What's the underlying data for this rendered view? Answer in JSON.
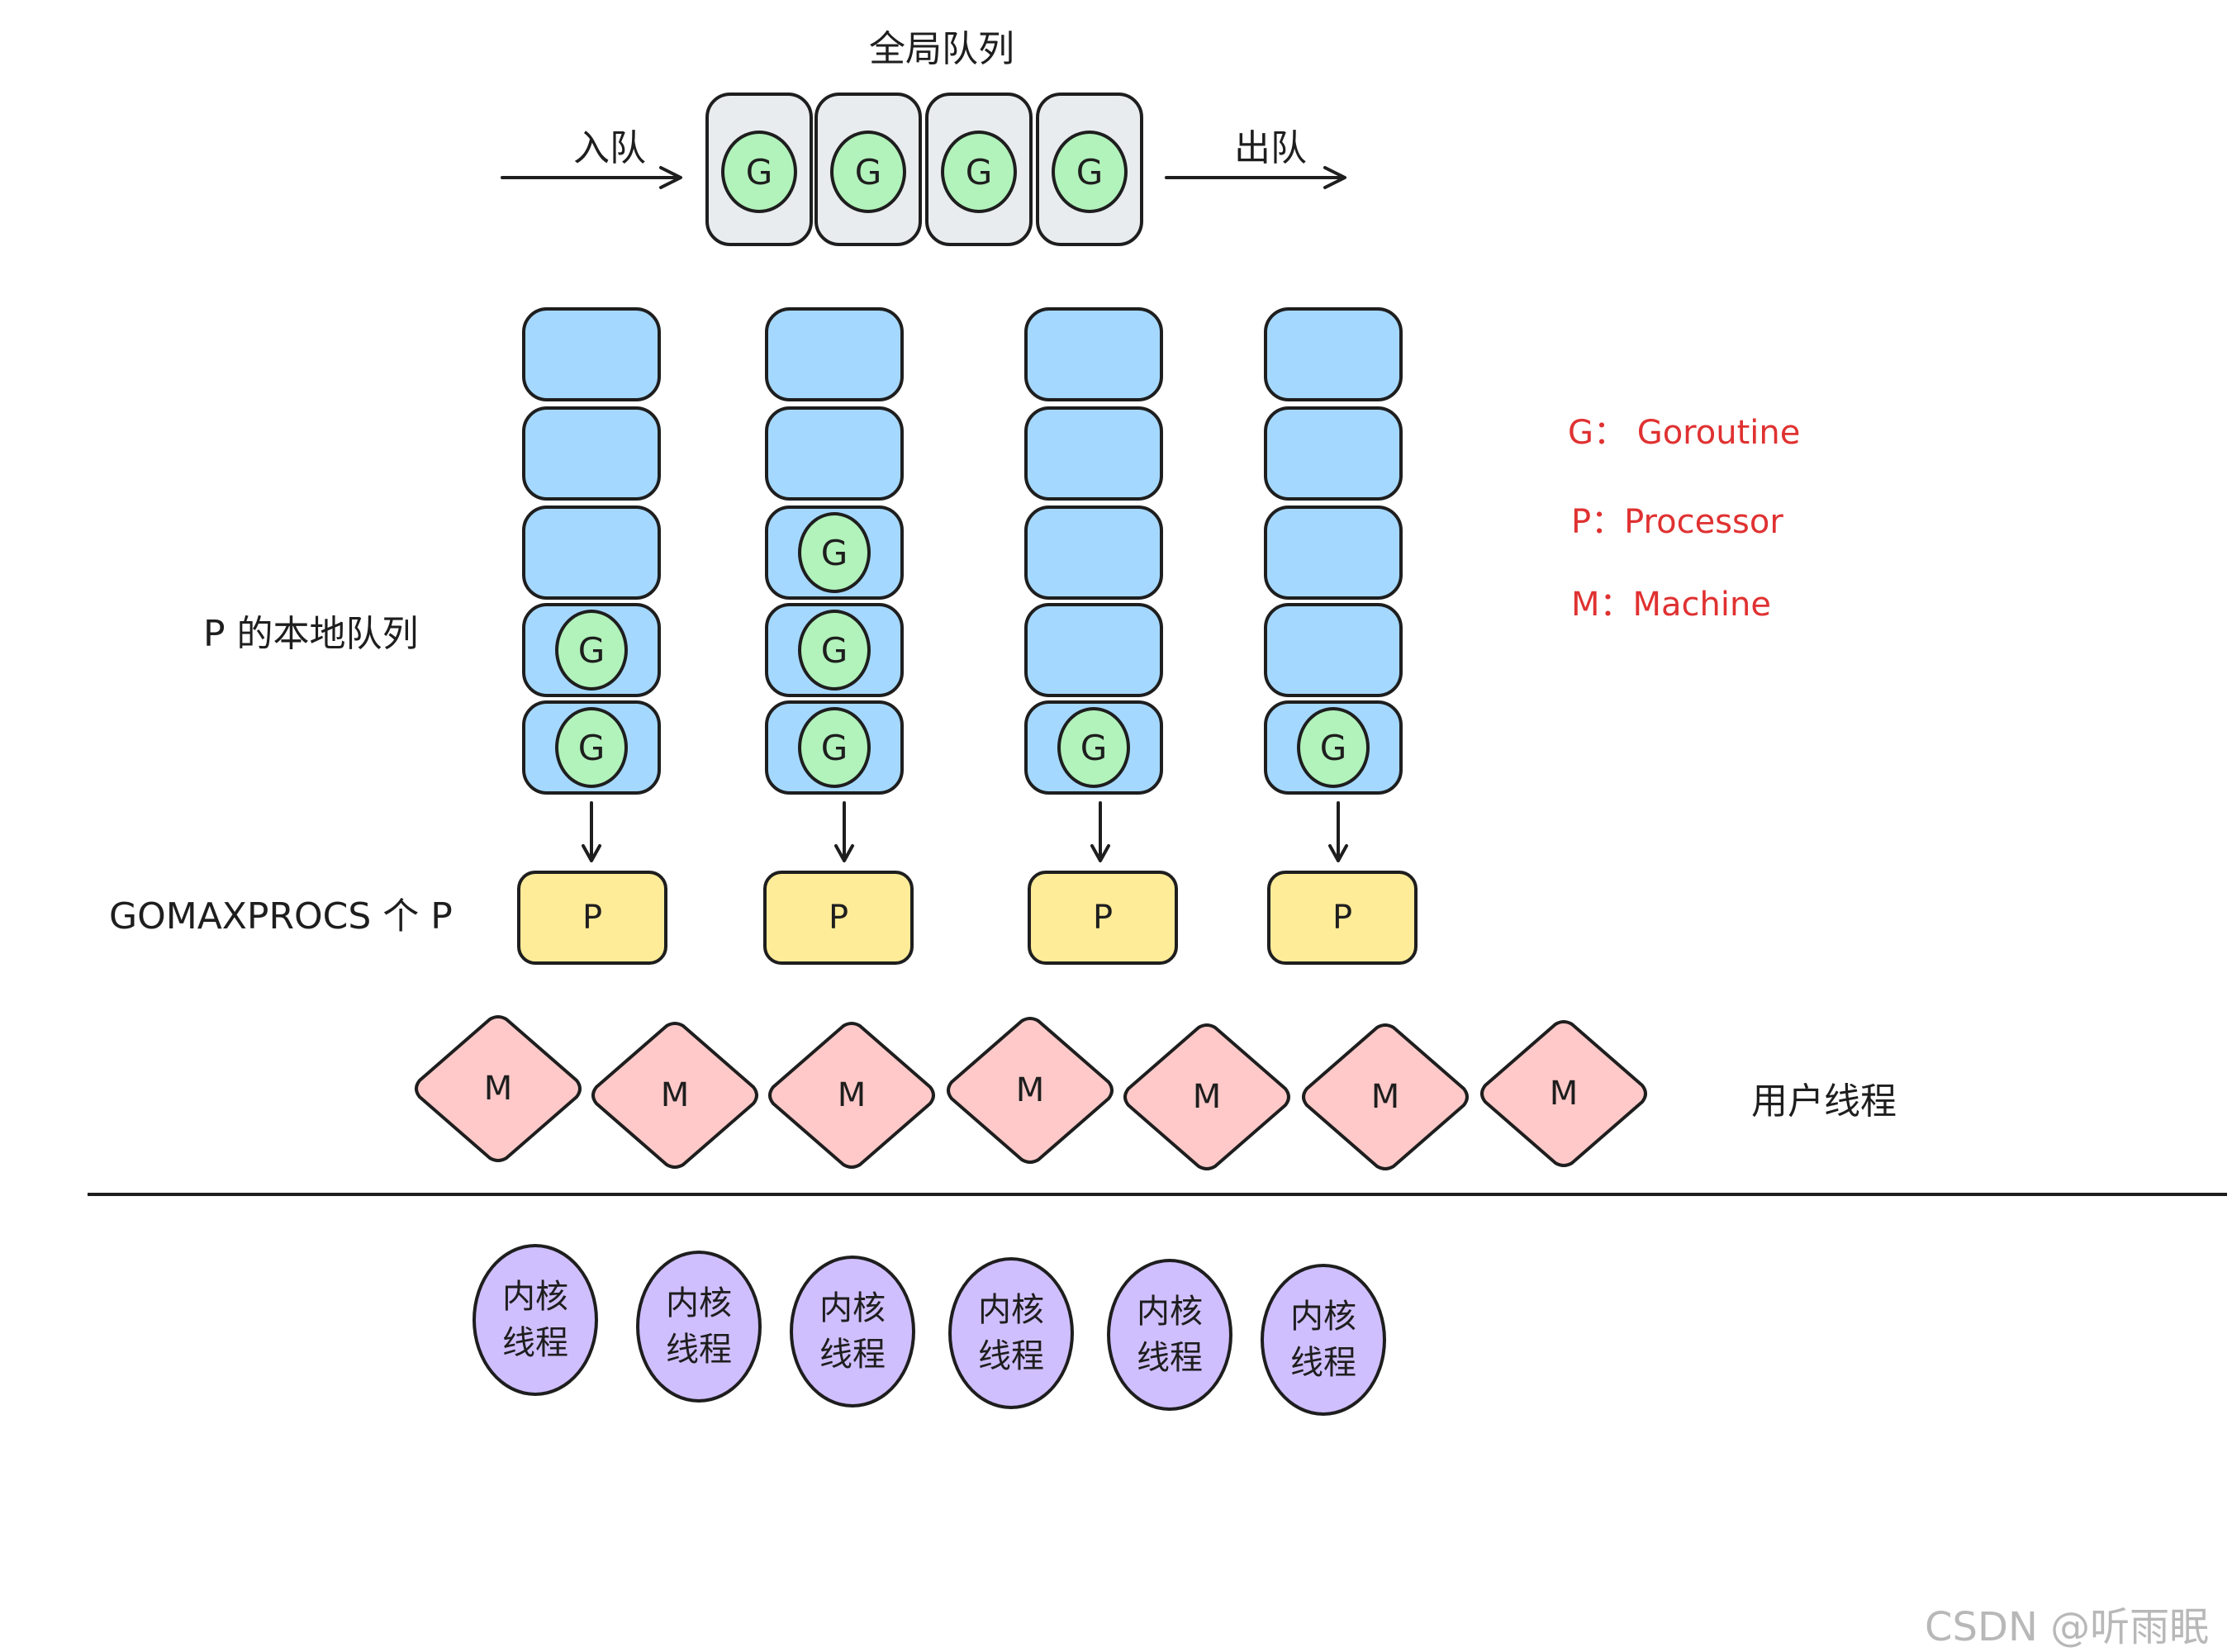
{
  "global_queue": {
    "title": "全局队列",
    "enqueue_label": "入队",
    "dequeue_label": "出队",
    "slots": [
      "G",
      "G",
      "G",
      "G"
    ]
  },
  "local_queues": {
    "label": "P 的本地队列",
    "columns": [
      {
        "slots": [
          "",
          "",
          "",
          "G",
          "G"
        ]
      },
      {
        "slots": [
          "",
          "",
          "G",
          "G",
          "G"
        ]
      },
      {
        "slots": [
          "",
          "",
          "",
          "",
          "G"
        ]
      },
      {
        "slots": [
          "",
          "",
          "",
          "",
          "G"
        ]
      }
    ]
  },
  "processors": {
    "label": "GOMAXPROCS 个 P",
    "items": [
      "P",
      "P",
      "P",
      "P"
    ]
  },
  "machines": {
    "label": "用户线程",
    "items": [
      "M",
      "M",
      "M",
      "M",
      "M",
      "M",
      "M"
    ]
  },
  "kernel_threads": {
    "items": [
      {
        "line1": "内核",
        "line2": "线程"
      },
      {
        "line1": "内核",
        "line2": "线程"
      },
      {
        "line1": "内核",
        "line2": "线程"
      },
      {
        "line1": "内核",
        "line2": "线程"
      },
      {
        "line1": "内核",
        "line2": "线程"
      },
      {
        "line1": "内核",
        "line2": "线程"
      }
    ]
  },
  "legend": {
    "g": "G： Goroutine",
    "p": "P：Processor",
    "m": "M：Machine"
  },
  "colors": {
    "global_slot": "#e9ecef",
    "local_slot": "#a5d8ff",
    "goroutine": "#b2f2bb",
    "processor": "#ffec99",
    "machine": "#ffc9c9",
    "kernel": "#d0bfff",
    "legend_text": "#e03131"
  },
  "watermark": "CSDN @听雨眠"
}
